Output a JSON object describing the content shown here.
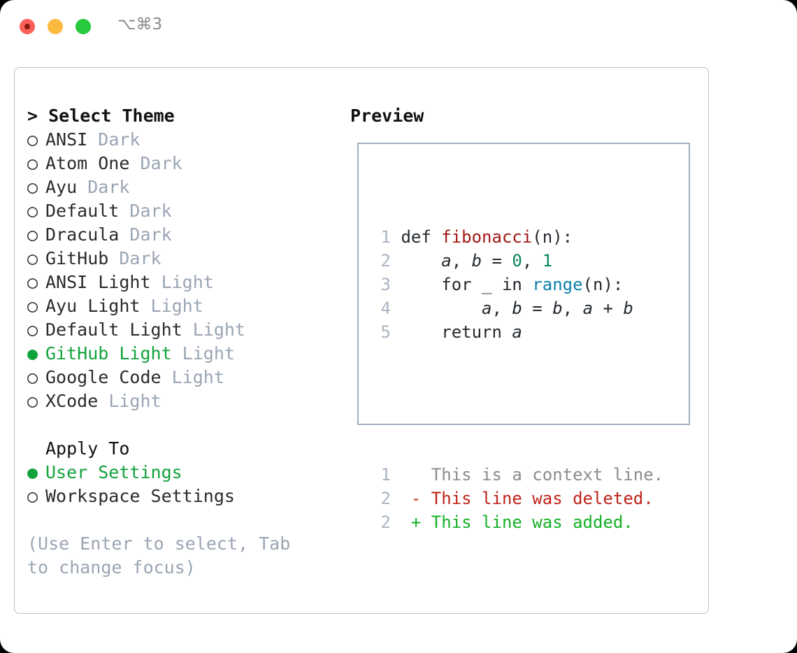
{
  "titlebar": {
    "shortcut": "⌥⌘3",
    "buttons": [
      "close",
      "minimize",
      "maximize"
    ]
  },
  "theme_list": {
    "heading": "> Select Theme",
    "items": [
      {
        "marker": "○",
        "label": "ANSI",
        "variant": "Dark",
        "selected": false
      },
      {
        "marker": "○",
        "label": "Atom One",
        "variant": "Dark",
        "selected": false
      },
      {
        "marker": "○",
        "label": "Ayu",
        "variant": "Dark",
        "selected": false
      },
      {
        "marker": "○",
        "label": "Default",
        "variant": "Dark",
        "selected": false
      },
      {
        "marker": "○",
        "label": "Dracula",
        "variant": "Dark",
        "selected": false
      },
      {
        "marker": "○",
        "label": "GitHub",
        "variant": "Dark",
        "selected": false
      },
      {
        "marker": "○",
        "label": "ANSI Light",
        "variant": "Light",
        "selected": false
      },
      {
        "marker": "○",
        "label": "Ayu Light",
        "variant": "Light",
        "selected": false
      },
      {
        "marker": "○",
        "label": "Default Light",
        "variant": "Light",
        "selected": false
      },
      {
        "marker": "●",
        "label": "GitHub Light",
        "variant": "Light",
        "selected": true
      },
      {
        "marker": "○",
        "label": "Google Code",
        "variant": "Light",
        "selected": false
      },
      {
        "marker": "○",
        "label": "XCode",
        "variant": "Light",
        "selected": false
      }
    ]
  },
  "apply_to": {
    "heading": "Apply To",
    "items": [
      {
        "marker": "●",
        "label": "User Settings",
        "selected": true
      },
      {
        "marker": "○",
        "label": "Workspace Settings",
        "selected": false
      }
    ]
  },
  "hint": "(Use Enter to select, Tab to change focus)",
  "preview": {
    "title": "Preview",
    "code_lines": [
      {
        "num": "1",
        "segments": [
          {
            "t": "def ",
            "c": "kw"
          },
          {
            "t": "fibonacci",
            "c": "fn"
          },
          {
            "t": "(n):",
            "c": "punct"
          }
        ]
      },
      {
        "num": "2",
        "segments": [
          {
            "t": "    ",
            "c": "punct"
          },
          {
            "t": "a",
            "c": "var"
          },
          {
            "t": ", ",
            "c": "punct"
          },
          {
            "t": "b",
            "c": "var"
          },
          {
            "t": " = ",
            "c": "punct"
          },
          {
            "t": "0",
            "c": "num"
          },
          {
            "t": ", ",
            "c": "punct"
          },
          {
            "t": "1",
            "c": "num"
          }
        ]
      },
      {
        "num": "3",
        "segments": [
          {
            "t": "    for _ in ",
            "c": "kw"
          },
          {
            "t": "range",
            "c": "builtin"
          },
          {
            "t": "(n):",
            "c": "punct"
          }
        ]
      },
      {
        "num": "4",
        "segments": [
          {
            "t": "        ",
            "c": "punct"
          },
          {
            "t": "a",
            "c": "var"
          },
          {
            "t": ", ",
            "c": "punct"
          },
          {
            "t": "b",
            "c": "var"
          },
          {
            "t": " = ",
            "c": "punct"
          },
          {
            "t": "b",
            "c": "var"
          },
          {
            "t": ", ",
            "c": "punct"
          },
          {
            "t": "a",
            "c": "var"
          },
          {
            "t": " + ",
            "c": "punct"
          },
          {
            "t": "b",
            "c": "var"
          }
        ]
      },
      {
        "num": "5",
        "segments": [
          {
            "t": "    return ",
            "c": "kw"
          },
          {
            "t": "a",
            "c": "var"
          }
        ]
      }
    ],
    "diff_lines": [
      {
        "num": "1",
        "marker": " ",
        "text": "This is a context line.",
        "kind": "ctx"
      },
      {
        "num": "2",
        "marker": "-",
        "text": "This line was deleted.",
        "kind": "del"
      },
      {
        "num": "2",
        "marker": "+",
        "text": "This line was added.",
        "kind": "add"
      }
    ]
  },
  "colors": {
    "selected_green": "#12a23c",
    "muted": "#9aa5b4",
    "border": "#b4bfcc",
    "preview_border": "#a4b0c0",
    "diff_add": "#15b125",
    "diff_del": "#c0241a",
    "fn_name": "#a31515",
    "number": "#098658",
    "builtin": "#0b7fab"
  }
}
